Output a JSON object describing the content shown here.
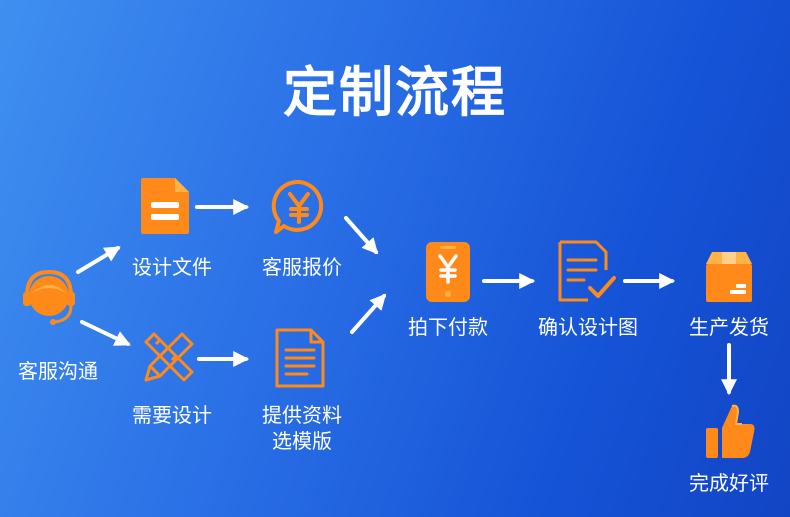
{
  "title": "定制流程",
  "nodes": {
    "customer_service": {
      "label": "客服沟通",
      "icon": "headset-agent-icon"
    },
    "design_file": {
      "label": "设计文件",
      "icon": "document-icon"
    },
    "need_design": {
      "label": "需要设计",
      "icon": "pencil-ruler-icon"
    },
    "quote": {
      "label": "客服报价",
      "icon": "yen-chat-icon"
    },
    "provide_materials": {
      "label_line1": "提供资料",
      "label_line2": "选模版",
      "icon": "document-lines-icon"
    },
    "payment": {
      "label": "拍下付款",
      "icon": "mobile-payment-icon"
    },
    "confirm_design": {
      "label": "确认设计图",
      "icon": "checklist-icon"
    },
    "production": {
      "label": "生产发货",
      "icon": "package-box-icon"
    },
    "review": {
      "label": "完成好评",
      "icon": "thumbs-up-icon"
    }
  },
  "colors": {
    "icon_orange": "#ff8a1a",
    "icon_light": "#ffb347",
    "text": "#ffffff",
    "bg_light": "#3f8ff0",
    "bg_dark": "#1245c4"
  }
}
